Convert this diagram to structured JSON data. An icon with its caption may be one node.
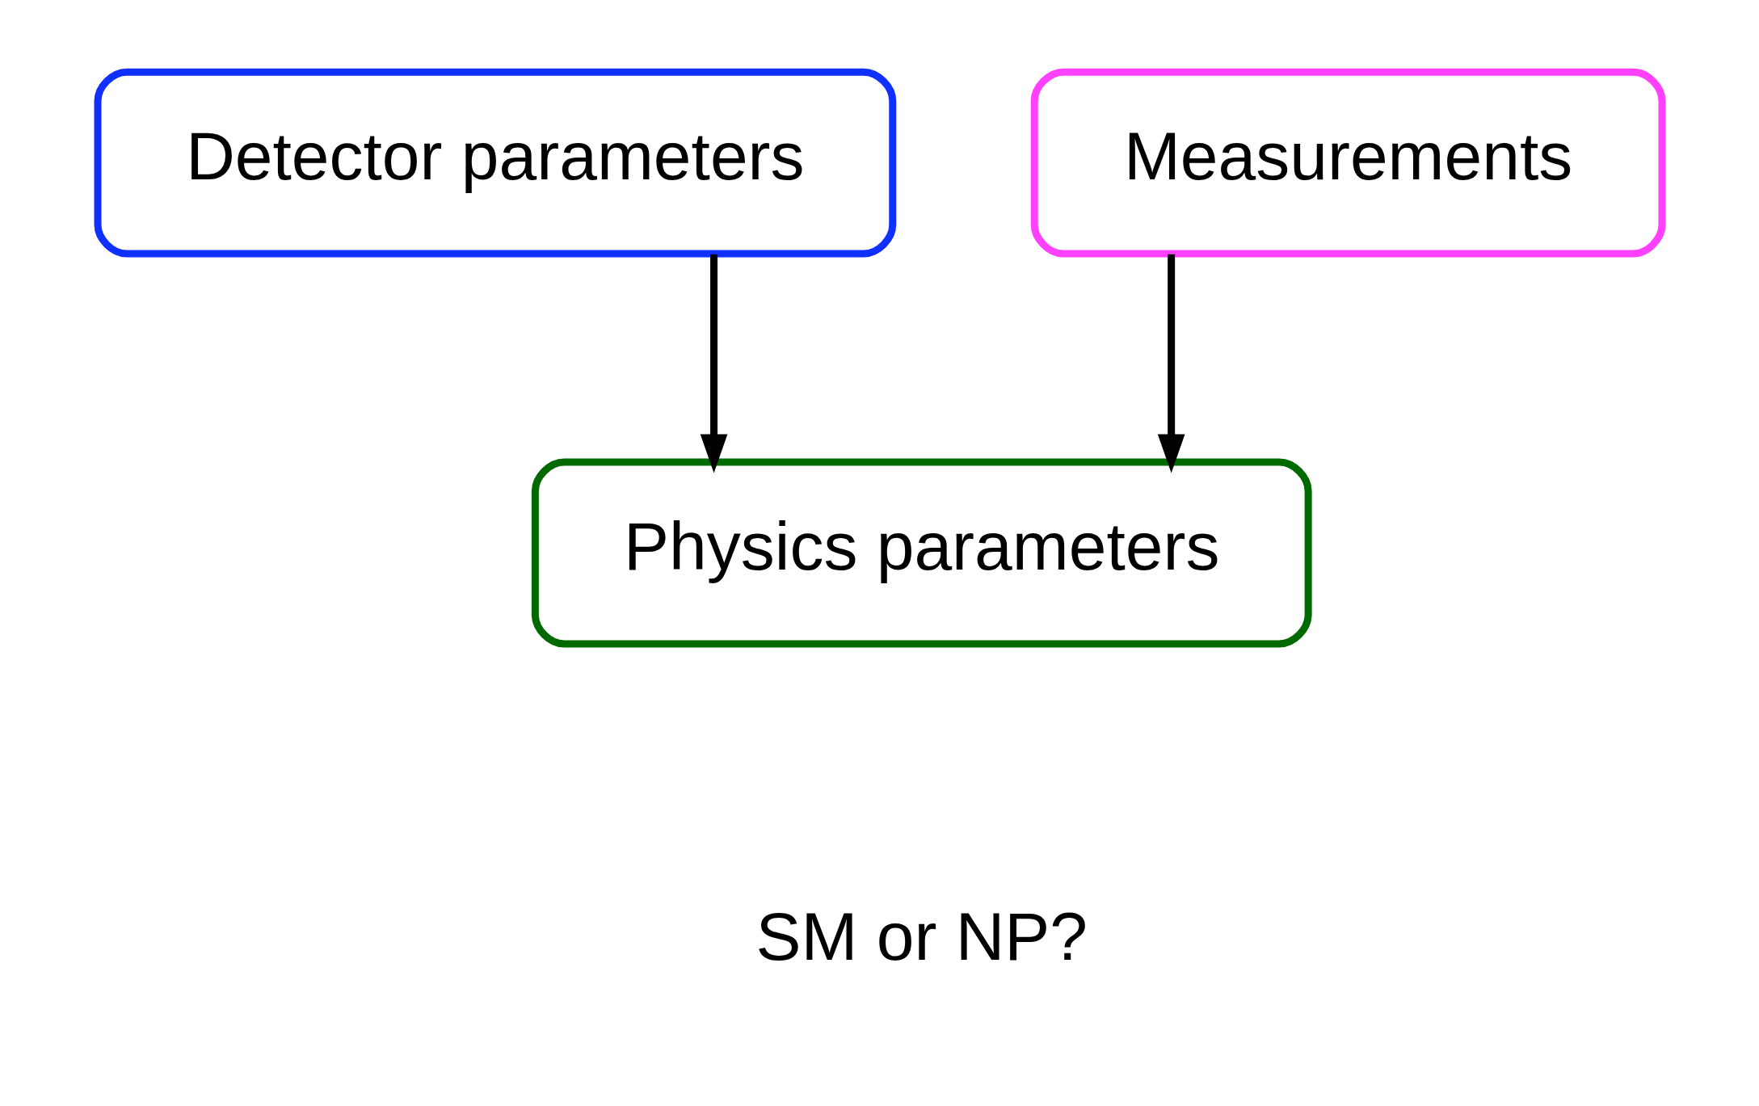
{
  "diagram": {
    "nodes": [
      {
        "text": [
          "Detector parameters"
        ]
      },
      {
        "text": [
          "Measurements"
        ]
      },
      {
        "text": [
          "Physics parameters"
        ]
      }
    ],
    "edges": [
      {
        "from": 0,
        "to": 2,
        "arrow": "to"
      },
      {
        "from": 1,
        "to": 2,
        "arrow": "to"
      }
    ],
    "labels": [
      "SM or NP?"
    ]
  }
}
